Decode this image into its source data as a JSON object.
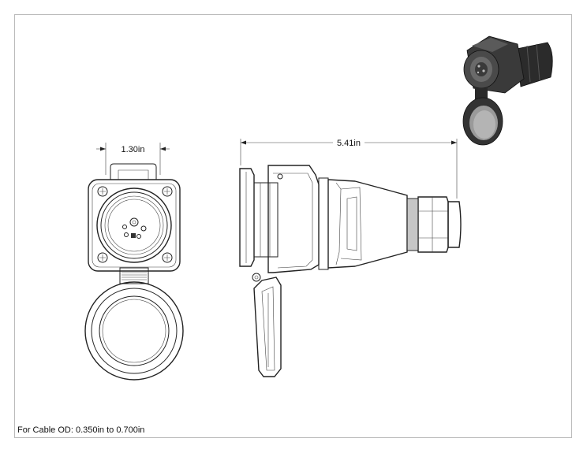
{
  "dimensions": {
    "width_label": "1.30in",
    "length_label": "5.41in"
  },
  "note": "For Cable OD: 0.350in to 0.700in",
  "icons": {
    "front": "connector-front-view-icon",
    "side": "connector-side-view-icon",
    "iso": "connector-isometric-photo-icon"
  }
}
